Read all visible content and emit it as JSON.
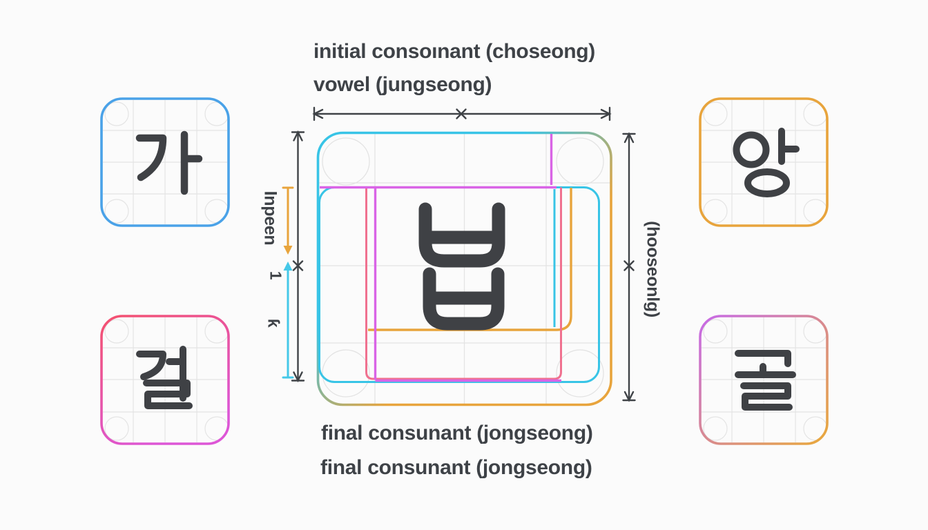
{
  "page": {
    "background": "#fbfbfb"
  },
  "heading": {
    "line1": "initial consoınant (choseong)",
    "line2": "vowel (jungseong)"
  },
  "footer": {
    "line1": "final consunant (jongseong)",
    "line2": "final consunant (jongseong)"
  },
  "dimension_labels": {
    "left_band": "Inpeen",
    "left_tick_1": "1",
    "left_tick_2": "ƙ",
    "right_band": "(hooseonlg)"
  },
  "center_block": {
    "jamo_top": "ㅂ",
    "jamo_bottom": "ㅂ"
  },
  "example_syllables": {
    "top_left": "가",
    "top_right": "앙",
    "bottom_left": "걸",
    "bottom_right": "골"
  },
  "colors": {
    "cyan": "#38c4e6",
    "orange": "#e8a43c",
    "magenta": "#d964e6",
    "pink": "#f0718f",
    "blue": "#4aa2e8",
    "violet": "#c76ae8",
    "ink": "#3f4247",
    "grid": "#e3e3e3"
  }
}
